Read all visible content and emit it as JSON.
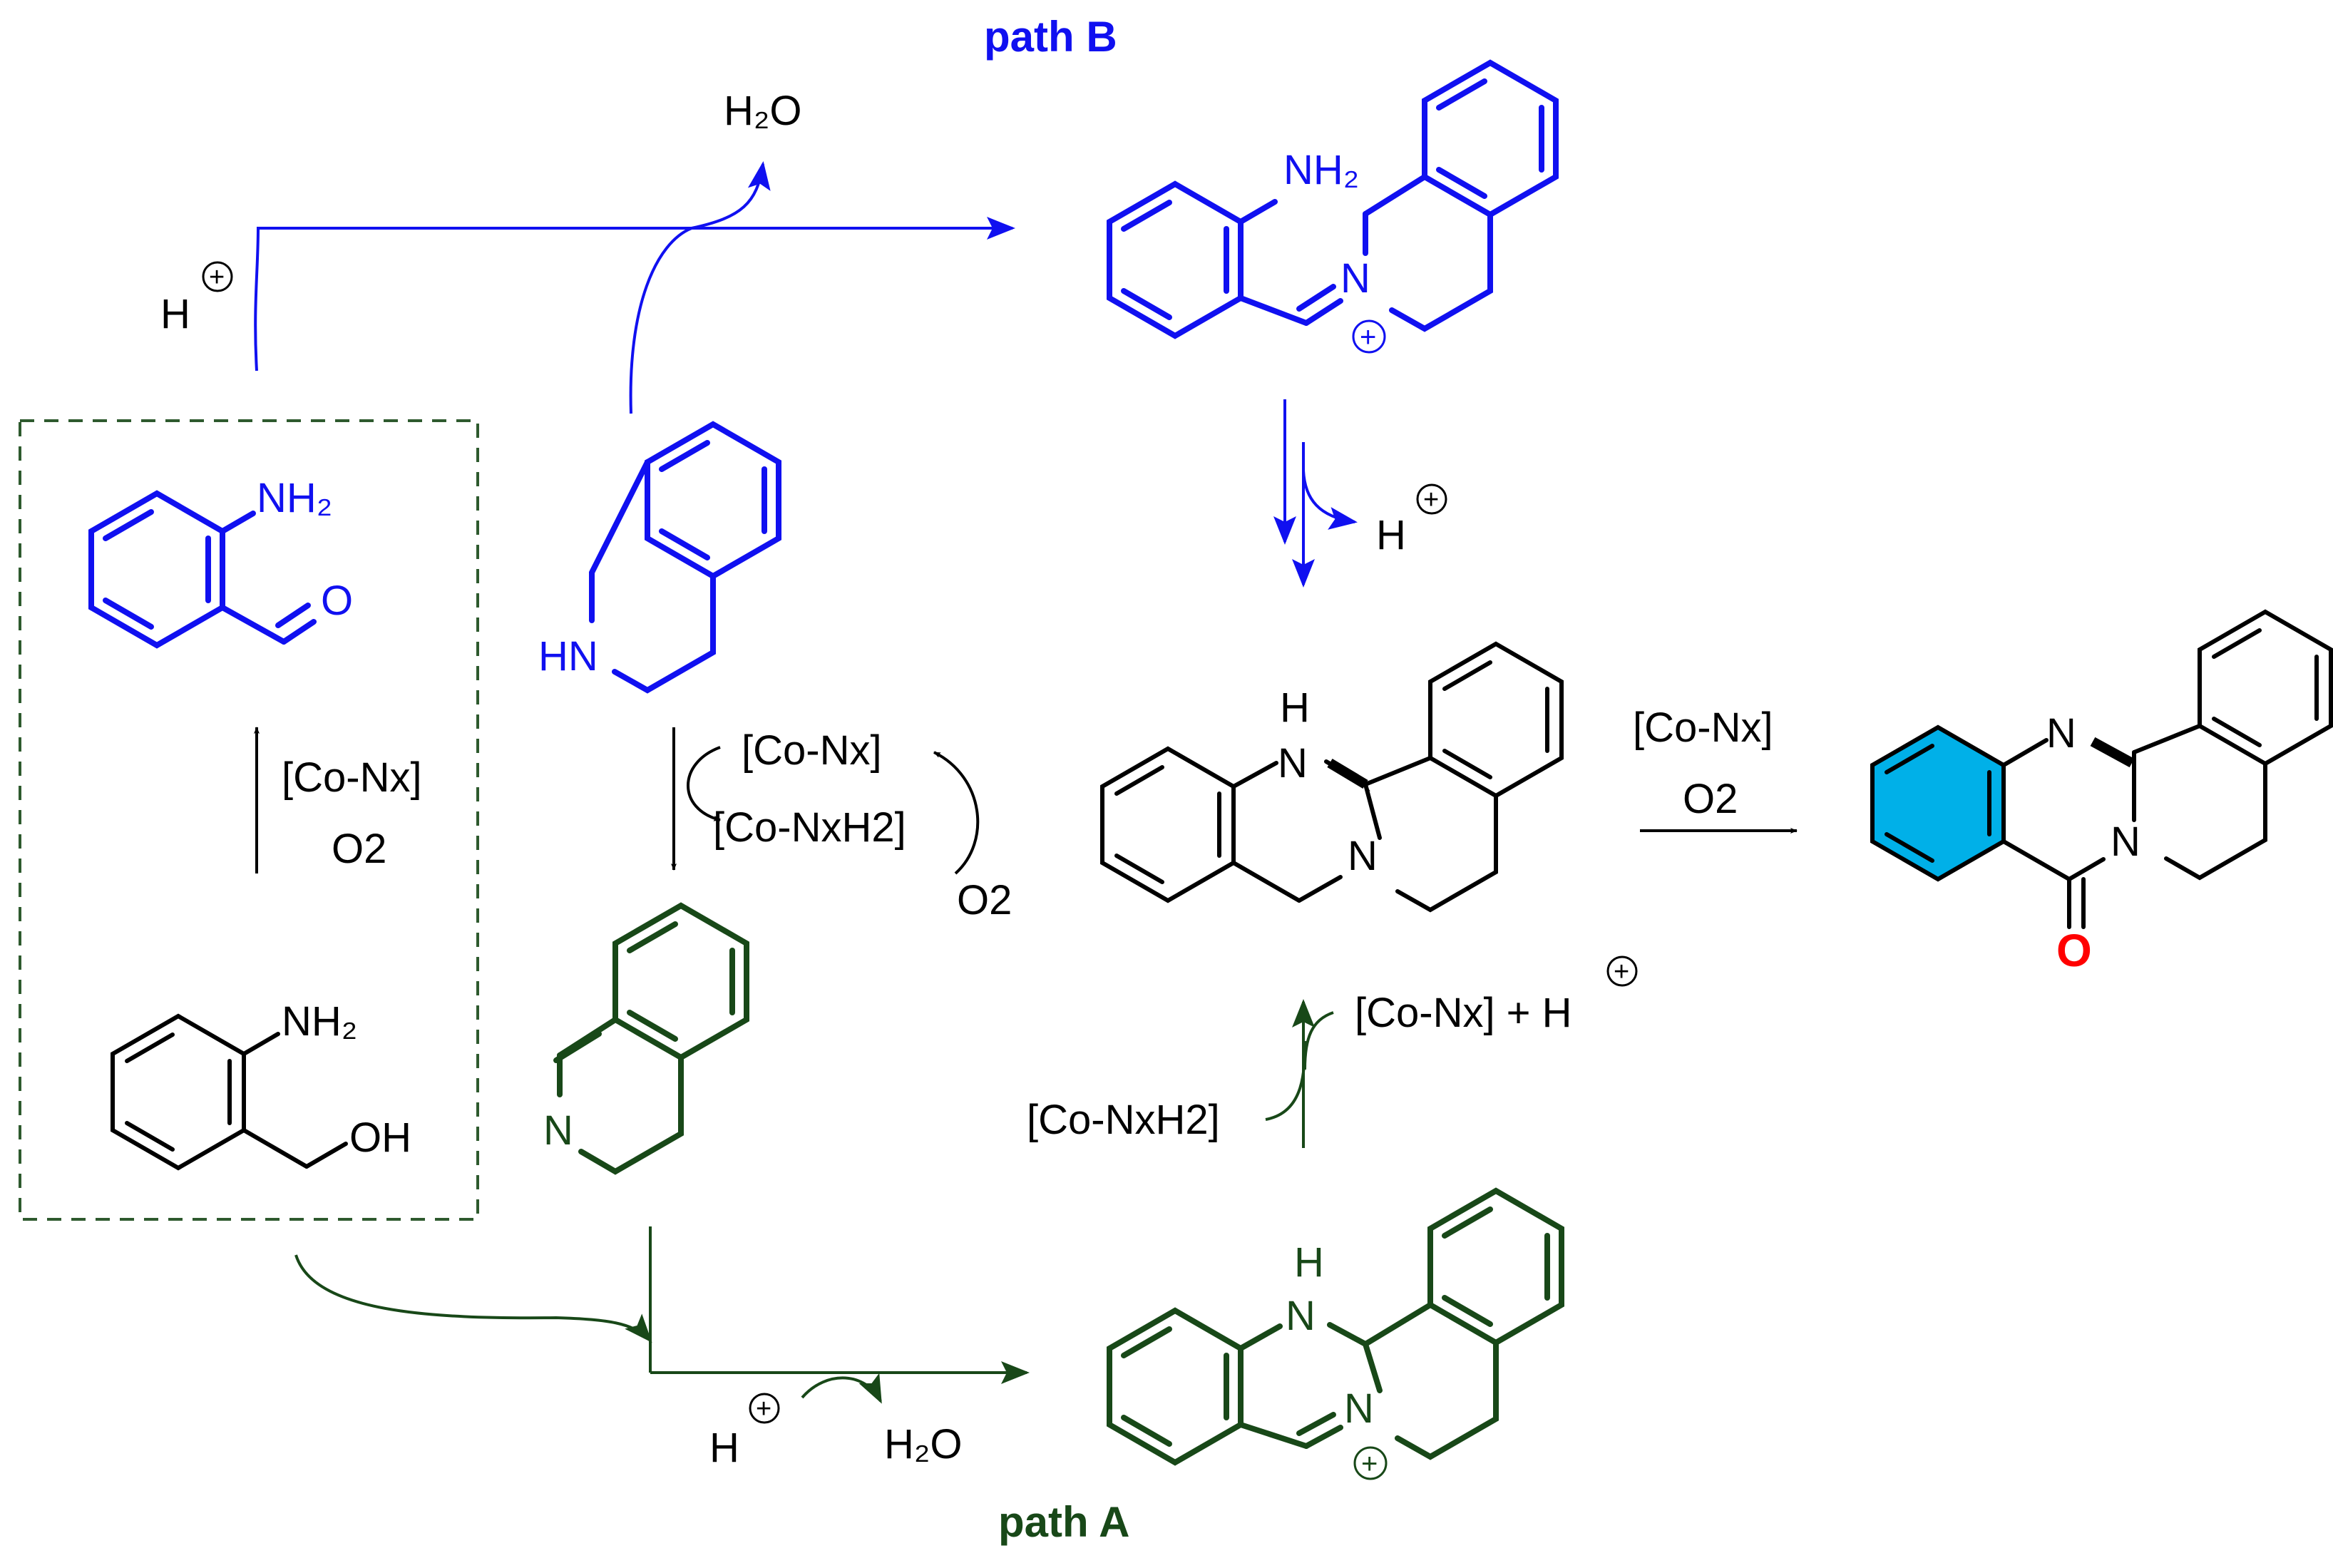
{
  "colors": {
    "path_b": "#1010f0",
    "path_a": "#184818",
    "black": "#000000",
    "box": "#2e5a2e",
    "highlight_ring": "#00aadd",
    "carbonyl_o": "#ff0000"
  },
  "titles": {
    "path_b": "path B",
    "path_a": "path A"
  },
  "labels": {
    "h2o": "H₂O",
    "h_plus": "H",
    "plus_sign": "+",
    "nh2": "NH₂",
    "oh": "OH",
    "o": "O",
    "hn": "HN",
    "n": "N",
    "h": "H",
    "n_plus": "N",
    "n_iminium": "N",
    "nh_product": "N",
    "n_product": "N",
    "o_product": "O"
  },
  "reagents": {
    "catalyst": "[Co-Nx]",
    "catalyst_reduced": "[Co-NxH2]",
    "oxygen": "O2",
    "catalyst_plus_h": "[Co-Nx] + H"
  }
}
